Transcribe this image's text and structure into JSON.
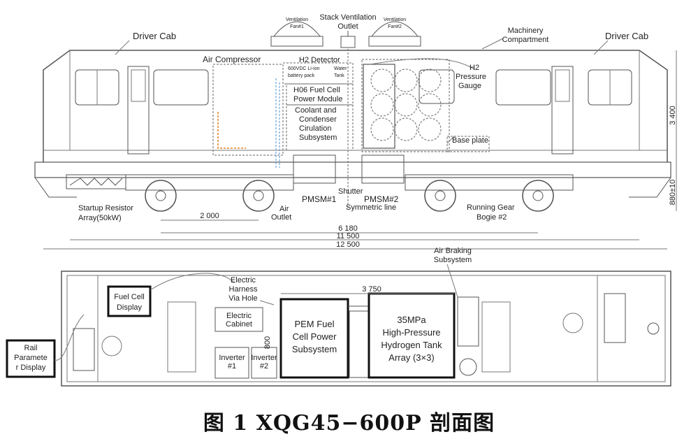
{
  "side_view": {
    "driver_cab_left": "Driver Cab",
    "driver_cab_right": "Driver Cab",
    "vent_fan_1": [
      "Ventilation",
      "Fan#1"
    ],
    "vent_fan_2": [
      "Ventilation",
      "Fan#2"
    ],
    "stack_vent": [
      "Stack Ventilation",
      "Outlet"
    ],
    "machinery": [
      "Machinery",
      "Compartment"
    ],
    "air_compressor": "Air Compressor",
    "h2_detector": "H2 Detector",
    "battery_pack": [
      "600VDC Li-ion",
      "battery pack"
    ],
    "water_tank": [
      "Water",
      "Tank"
    ],
    "fuel_cell_module": [
      "H06 Fuel Cell",
      "Power Module"
    ],
    "coolant": [
      "Coolant and",
      "Condenser",
      "Cirulation",
      "Subsystem"
    ],
    "h2_gauge": [
      "H2",
      "Pressure",
      "Gauge"
    ],
    "base_plate": "Base plate",
    "pmsm1": "PMSM#1",
    "pmsm2": "PMSM#2",
    "shutter": "Shutter",
    "symmetric": "Symmetric line",
    "air_outlet": [
      "Air",
      "Outlet"
    ],
    "startup_resistor": [
      "Startup Resistor",
      "Array(50kW)"
    ],
    "running_gear": [
      "Running Gear",
      "Bogie #2"
    ],
    "dim_2000": "2 000",
    "dim_6180": "6 180",
    "dim_11500": "11 500",
    "dim_12500": "12 500",
    "dim_3400": "3 400",
    "dim_880": "880±10"
  },
  "plan_view": {
    "air_braking": [
      "Air Braking",
      "Subsystem"
    ],
    "harness": [
      "Electric",
      "Harness",
      "Via Hole"
    ],
    "dim_3750": "3 750",
    "fuel_cell_display": [
      "Fuel Cell",
      "Display"
    ],
    "rail_display": [
      "Rail",
      "Paramete",
      "r Display"
    ],
    "electric_cabinet": [
      "Electric",
      "Cabinet"
    ],
    "inverter1": [
      "Inverter",
      "#1"
    ],
    "inverter2": [
      "Inverter",
      "#2"
    ],
    "pem": [
      "PEM Fuel",
      "Cell Power",
      "Subsystem"
    ],
    "tank": [
      "35MPa",
      "High-Pressure",
      "Hydrogen Tank",
      "Array (3×3)"
    ],
    "dim_800": "800"
  },
  "caption": "图 1  XQG45−600P 剖面图"
}
